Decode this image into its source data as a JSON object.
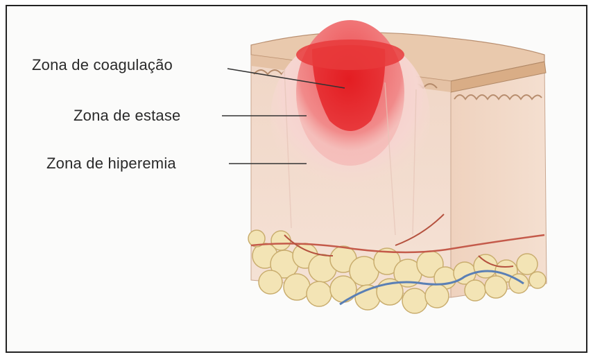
{
  "labels": {
    "coagulation": "Zona de coagulação",
    "stasis": "Zona de estase",
    "hyperemia": "Zona de hiperemia"
  },
  "colors": {
    "coagulation": "#e8262a",
    "stasis": "#f07b7e",
    "hyperemia": "#f6d2cf",
    "skin": "#f3dccc",
    "fat": "#f2e2b4"
  }
}
